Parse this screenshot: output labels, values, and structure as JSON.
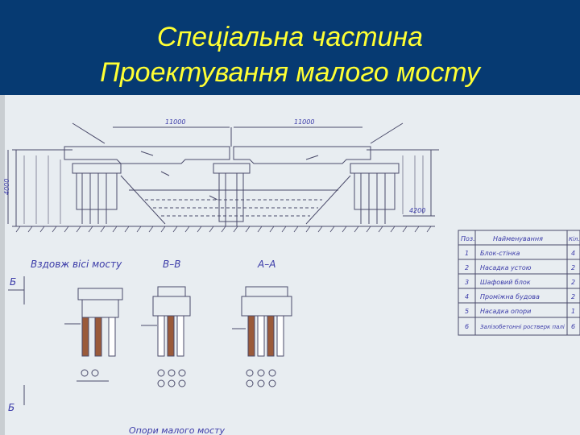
{
  "slide": {
    "title_line1": "Спеціальна частина",
    "title_line2": "Проектування малого мосту"
  },
  "drawing": {
    "dimensions": {
      "span_left": "11000",
      "span_right": "11000",
      "height_left": "4000",
      "bottom_mark": "4200"
    },
    "views": {
      "along": "Вздовж вісі мосту",
      "section1": "В–В",
      "section2": "А–А"
    },
    "side_marks": {
      "top": "Б",
      "bottom": "Б"
    },
    "caption": "Опори малого мосту",
    "table": {
      "headers": [
        "Поз.",
        "Найменування",
        "Кіл."
      ],
      "rows": [
        {
          "pos": "1",
          "name": "Блок-стінка",
          "qty": "4"
        },
        {
          "pos": "2",
          "name": "Насадка устою",
          "qty": "2"
        },
        {
          "pos": "3",
          "name": "Шафовий блок",
          "qty": "2"
        },
        {
          "pos": "4",
          "name": "Проміжна будова",
          "qty": "2"
        },
        {
          "pos": "5",
          "name": "Насадка опори",
          "qty": "1"
        },
        {
          "pos": "6",
          "name": "Залізобетонні ростверк палі",
          "qty": "6"
        }
      ]
    }
  }
}
